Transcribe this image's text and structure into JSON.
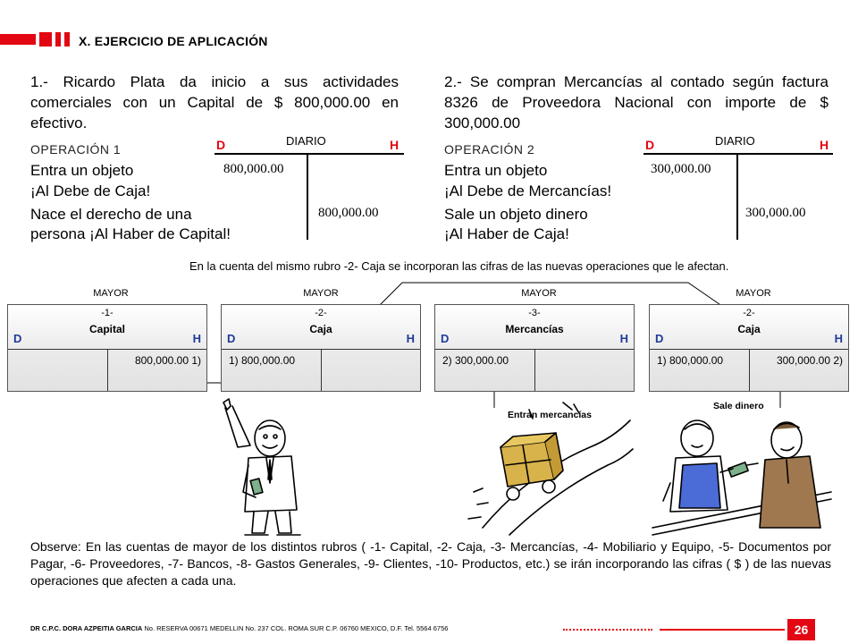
{
  "header": {
    "title": "X. EJERCICIO DE APLICACIÓN"
  },
  "ejercicio1": {
    "text": "1.- Ricardo Plata da inicio a sus actividades comerciales con un Capital de $ 800,000.00 en efectivo.",
    "op_label": "OPERACIÓN  1",
    "diario": "DIARIO",
    "d": "D",
    "h": "H",
    "line1": "Entra un objeto",
    "line2": "¡Al Debe de Caja!",
    "line3": "Nace el derecho de una",
    "line4": "persona ¡Al Haber de Capital!",
    "debe_amount": "800,000.00",
    "haber_amount": "800,000.00"
  },
  "ejercicio2": {
    "text": "2.- Se compran Mercancías al contado según factura 8326 de Proveedora Nacional con importe de $ 300,000.00",
    "op_label": "OPERACIÓN  2",
    "diario": "DIARIO",
    "d": "D",
    "h": "H",
    "line1": "Entra un objeto",
    "line2": "¡Al Debe de Mercancías!",
    "line3": "Sale un objeto dinero",
    "line4": "¡Al Haber de Caja!",
    "debe_amount": "300,000.00",
    "haber_amount": "300,000.00"
  },
  "note": "En la cuenta del mismo rubro -2- Caja se incorporan las cifras de las nuevas operaciones que le afectan.",
  "ledgers": [
    {
      "mayor": "MAYOR",
      "num": "-1-",
      "name": "Capital",
      "d": "D",
      "h": "H",
      "debe": "",
      "haber": "800,000.00 1)"
    },
    {
      "mayor": "MAYOR",
      "num": "-2-",
      "name": "Caja",
      "d": "D",
      "h": "H",
      "debe": "1)  800,000.00",
      "haber": ""
    },
    {
      "mayor": "MAYOR",
      "num": "-3-",
      "name": "Mercancías",
      "d": "D",
      "h": "H",
      "debe": "2)  300,000.00",
      "haber": ""
    },
    {
      "mayor": "MAYOR",
      "num": "-2-",
      "name": "Caja",
      "d": "D",
      "h": "H",
      "debe": "1)  800,000.00",
      "haber": "300,000.00  2)"
    }
  ],
  "captions": {
    "entran": "Entran mercancías",
    "sale": "Sale dinero"
  },
  "observe": "Observe: En las cuentas de mayor de los distintos rubros ( -1- Capital, -2- Caja, -3- Mercancías, -4- Mobiliario y Equipo, -5- Documentos por Pagar, -6- Proveedores, -7- Bancos, -8- Gastos Generales, -9- Clientes, -10- Productos, etc.) se irán incorporando las cifras ( $ ) de las nuevas operaciones que afecten a cada una.",
  "footer": {
    "author": "DR C.P.C. DORA AZPEITIA GARCIA",
    "details": " No. RESERVA 00671   MEDELLIN No. 237 COL. ROMA SUR C.P. 06760 MEXICO, D.F. Tel. 5564 6756",
    "page": "26"
  },
  "colors": {
    "accent": "#e30613",
    "dh_ledger": "#1f3b9a"
  }
}
